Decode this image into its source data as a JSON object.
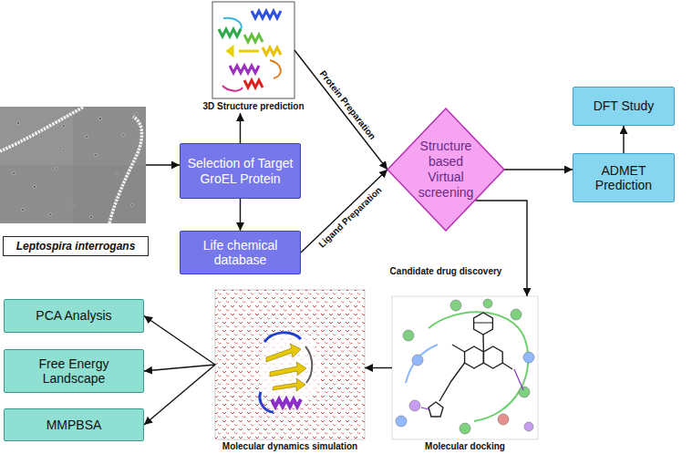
{
  "diagram": {
    "nodes": [
      {
        "text": [
          "Leptospira interrogans"
        ]
      },
      {
        "text": [
          "3D Structure prediction"
        ]
      },
      {
        "text": [
          "Selection of Target GroEL Protein"
        ]
      },
      {
        "text": [
          "Life chemical database"
        ]
      },
      {
        "text": [
          "Structure based Virtual screening",
          "Candidate drug discovery"
        ]
      },
      {
        "text": [
          "DFT Study"
        ]
      },
      {
        "text": [
          "ADMET Prediction"
        ]
      },
      {
        "text": [
          "PCA Analysis"
        ]
      },
      {
        "text": [
          "Free Energy Landscape"
        ]
      },
      {
        "text": [
          "MMPBSA"
        ]
      },
      {
        "text": [
          "Molecular dynamics simulation"
        ]
      },
      {
        "text": [
          "Molecular docking"
        ]
      }
    ],
    "edges": [
      {
        "from": 0,
        "to": 2,
        "arrow": "to"
      },
      {
        "from": 2,
        "to": 1,
        "arrow": "to"
      },
      {
        "from": 2,
        "to": 3,
        "arrow": "to"
      },
      {
        "from": 1,
        "to": 4,
        "label": "Protein Preparation",
        "arrow": "to"
      },
      {
        "from": 3,
        "to": 4,
        "label": "Ligand Preparation",
        "arrow": "to"
      },
      {
        "from": 4,
        "to": 6,
        "arrow": "to"
      },
      {
        "from": 6,
        "to": 5,
        "arrow": "to"
      },
      {
        "from": 4,
        "to": 11,
        "arrow": "to"
      },
      {
        "from": 11,
        "to": 10,
        "arrow": "to"
      },
      {
        "from": 10,
        "to": 7,
        "arrow": "to"
      },
      {
        "from": 10,
        "to": 8,
        "arrow": "to"
      },
      {
        "from": 10,
        "to": 9,
        "arrow": "to"
      }
    ]
  }
}
